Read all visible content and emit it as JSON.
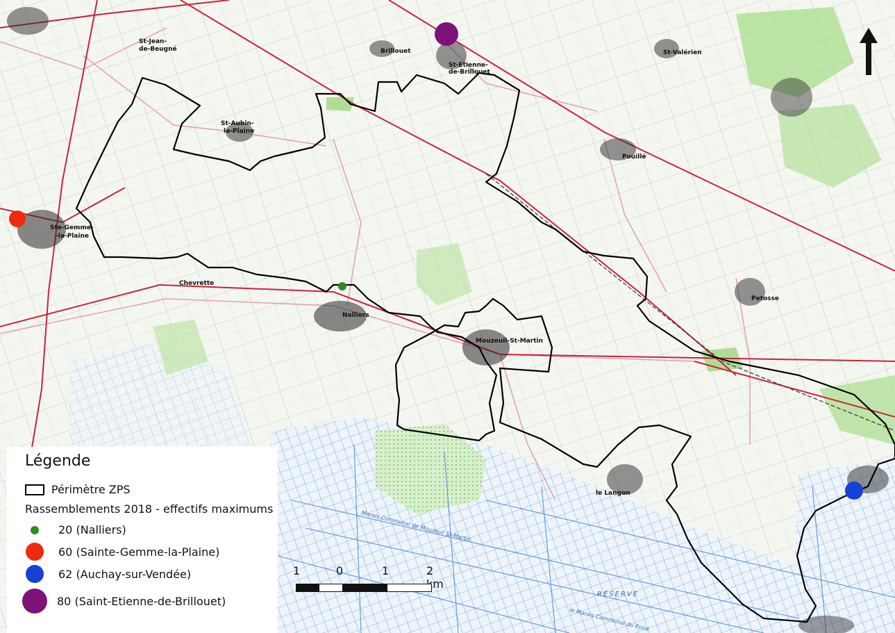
{
  "map": {
    "towns": [
      {
        "name": "Ste-Gemme-\n-la-Plaine",
        "line1": "Ste-Gemme-",
        "line2": "-la-Plaine"
      },
      {
        "name": "St-Aubin-la-Plaine",
        "line1": "St-Aubin-",
        "line2": "la-Plaine"
      },
      {
        "name": "Nalliers",
        "line1": "Nalliers",
        "line2": ""
      },
      {
        "name": "Mouzeuil-St-Martin",
        "line1": "Mouzeuil-St-Martin",
        "line2": ""
      },
      {
        "name": "Brillouet",
        "line1": "Brillouet",
        "line2": ""
      },
      {
        "name": "St-Etienne-de-Brillouet",
        "line1": "St-Etienne-",
        "line2": "de-Brillouet"
      },
      {
        "name": "St-Valérien",
        "line1": "St-Valérien",
        "line2": ""
      },
      {
        "name": "Pouillé",
        "line1": "Pouillé",
        "line2": ""
      },
      {
        "name": "Petosse",
        "line1": "Petosse",
        "line2": ""
      },
      {
        "name": "Le Langon",
        "line1": "le Langon",
        "line2": ""
      },
      {
        "name": "St-Jean-de-Beugné",
        "line1": "St-Jean-",
        "line2": "de-Beugné"
      },
      {
        "name": "Chevrette",
        "line1": "Chevrette",
        "line2": ""
      }
    ],
    "water_labels": [
      "Marais Communal de Mouzeuil St-Martin",
      "le Marais Communal du Poiré",
      "RÉSERVE"
    ],
    "colors": {
      "background": "#f4f6f0",
      "boundary": "#000000",
      "road_main": "#c8253a",
      "road_secondary": "#e39aa6",
      "forest": "#9fd77f",
      "water": "#3b7fd0",
      "green_point": "#2e8b1e",
      "red_point": "#ee2a0f",
      "blue_point": "#1640d6",
      "purple_point": "#7d1278"
    }
  },
  "gatherings": [
    {
      "count": 20,
      "site": "Nalliers",
      "color": "#2e8b1e"
    },
    {
      "count": 60,
      "site": "Sainte-Gemme-la-Plaine",
      "color": "#ee2a0f"
    },
    {
      "count": 62,
      "site": "Auchay-sur-Vendée",
      "color": "#1640d6"
    },
    {
      "count": 80,
      "site": "Saint-Etienne-de-Brillouet",
      "color": "#7d1278"
    }
  ],
  "legend": {
    "title": "Légende",
    "boundary_label": "Périmètre ZPS",
    "section_label": "Rassemblements 2018 - effectifs maximums",
    "items": [
      {
        "label": "20 (Nalliers)",
        "color": "#2e8b1e"
      },
      {
        "label": "60 (Sainte-Gemme-la-Plaine)",
        "color": "#ee2a0f"
      },
      {
        "label": "62 (Auchay-sur-Vendée)",
        "color": "#1640d6"
      },
      {
        "label": "80 (Saint-Etienne-de-Brillouet)",
        "color": "#7d1278"
      }
    ]
  },
  "scale_bar": {
    "labels": [
      "1",
      "0",
      "1",
      "2 km"
    ]
  },
  "north_arrow": {
    "icon": "north-arrow-icon"
  }
}
